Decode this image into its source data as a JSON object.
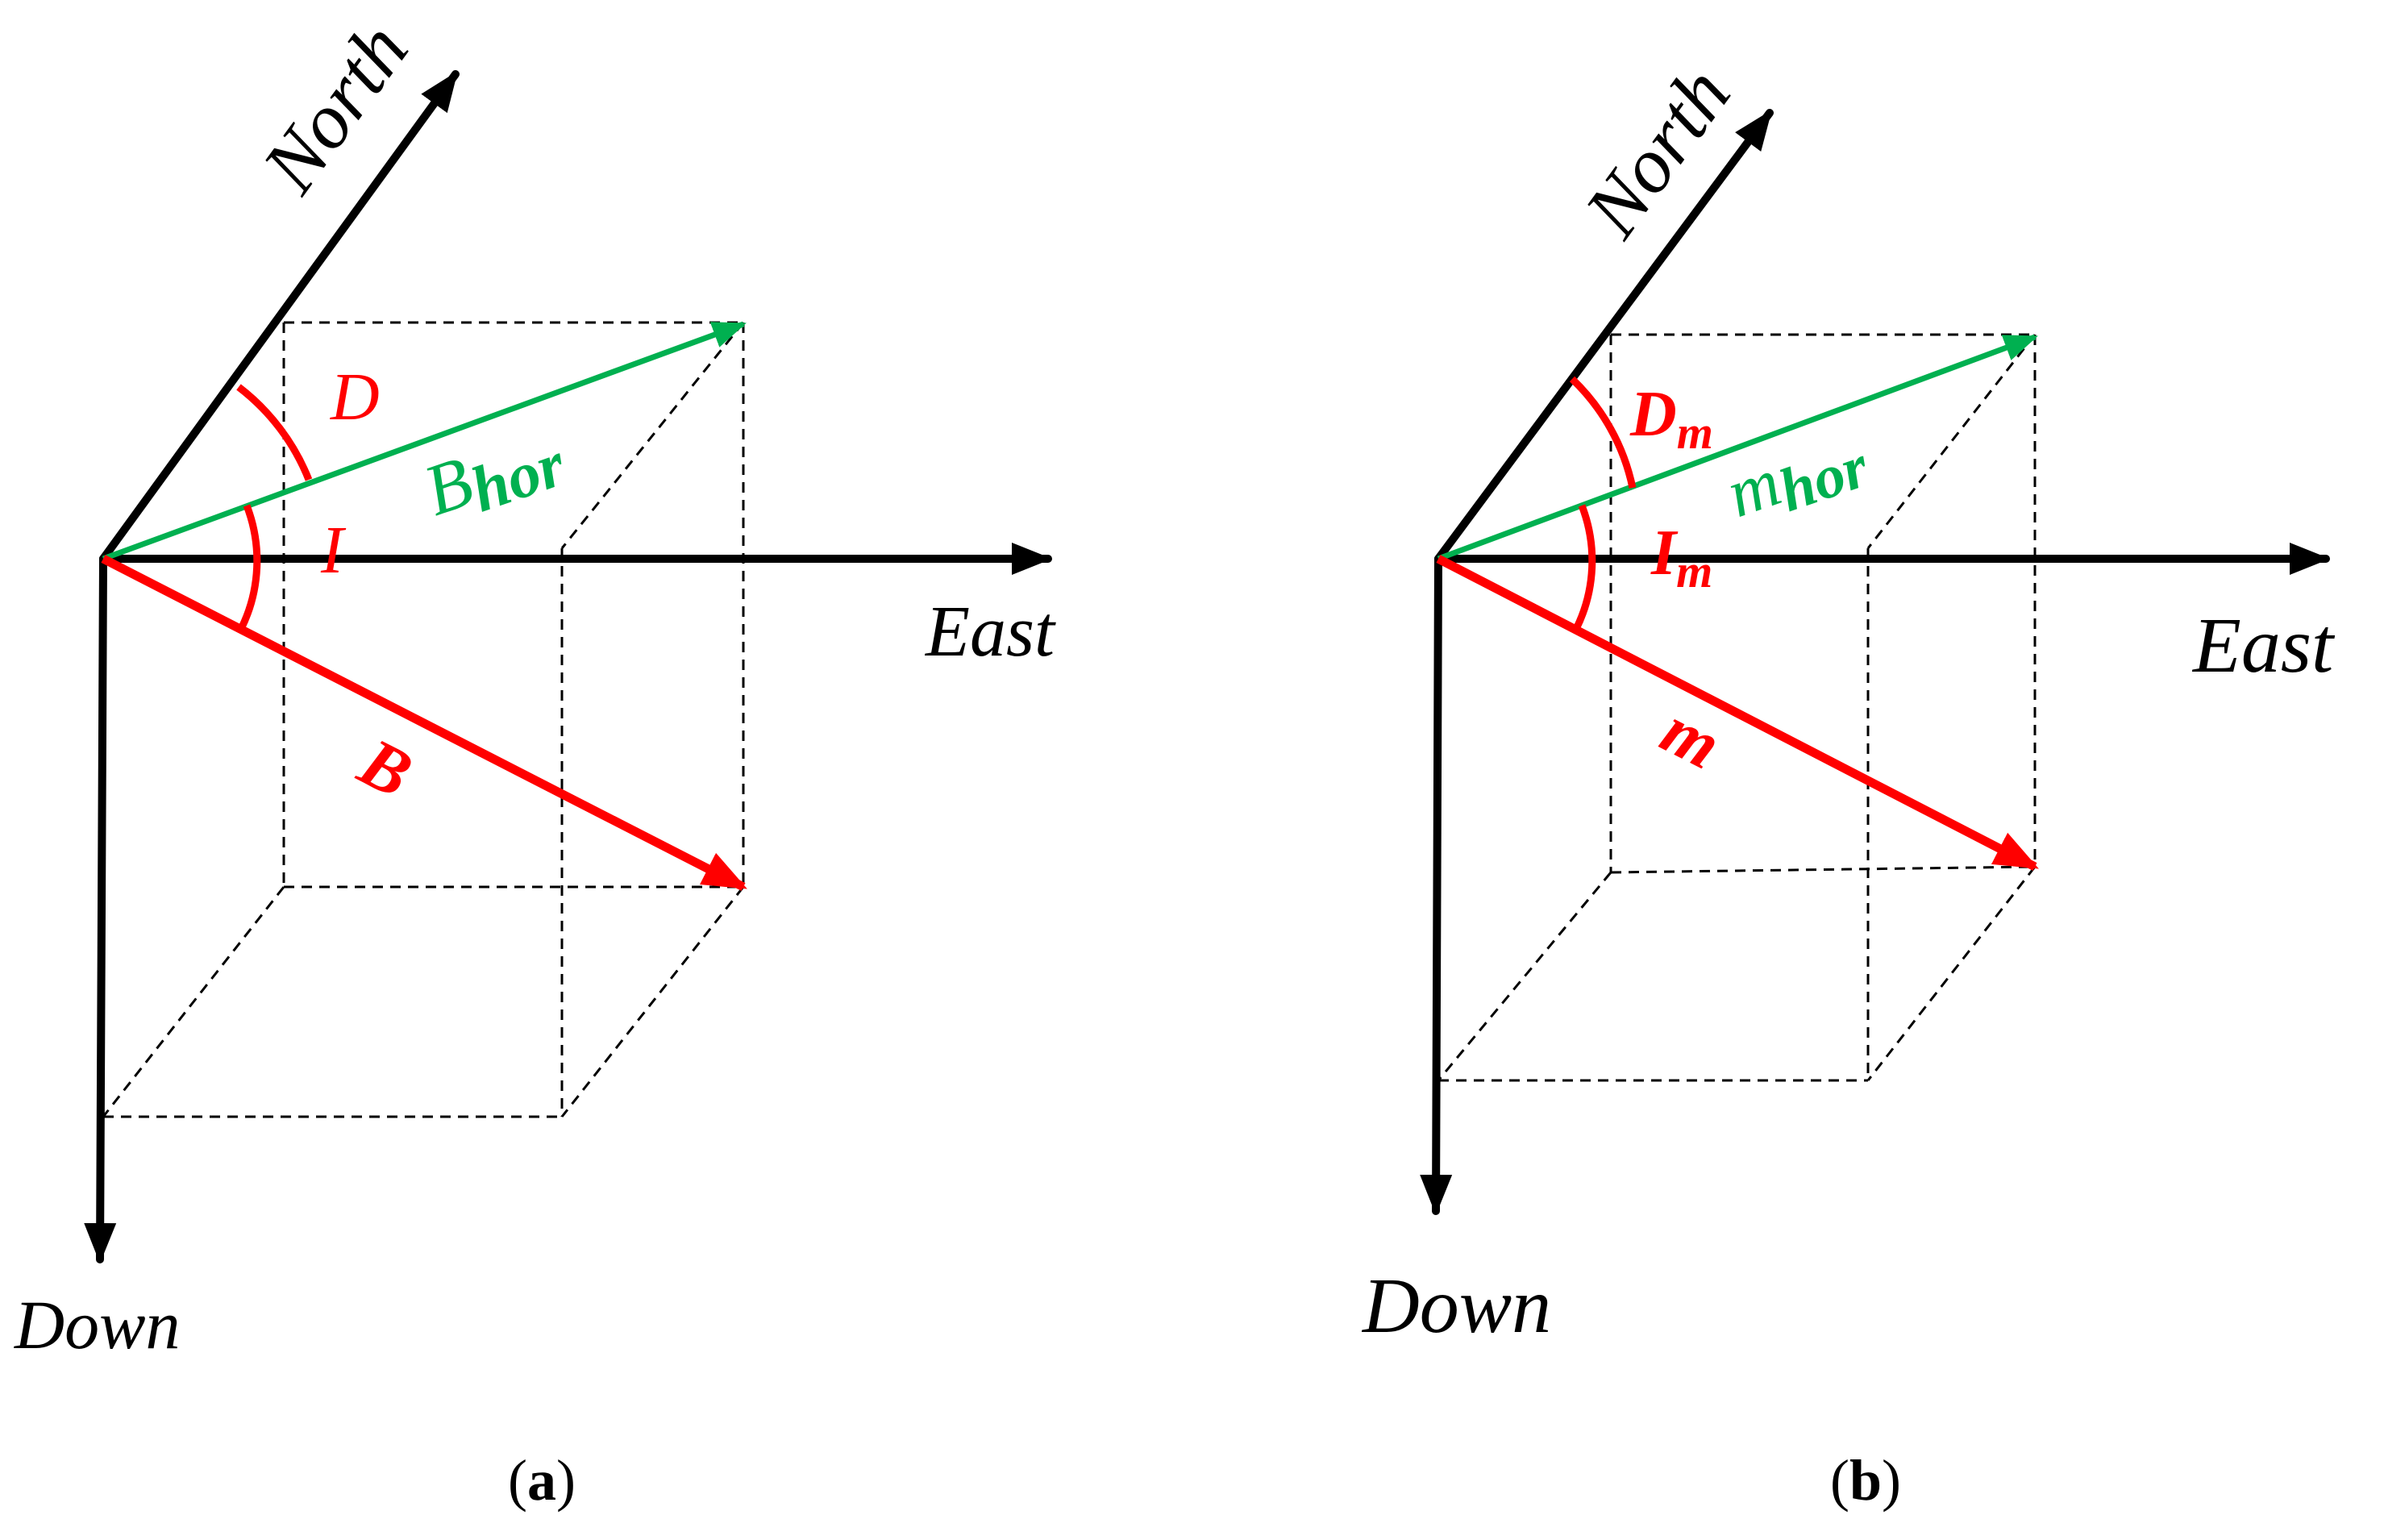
{
  "colors": {
    "axis": "#000000",
    "field_vector": "#ff0000",
    "horizontal_vector": "#00b050",
    "box": "#000000",
    "background": "#ffffff"
  },
  "panel_a": {
    "north": "North",
    "east": "East",
    "down": "Down",
    "angle_declination": "D",
    "angle_inclination": "I",
    "vector_total": "B",
    "vector_horizontal_base": "B",
    "vector_horizontal_sub": "hor",
    "caption_open": "(",
    "caption_letter": "a",
    "caption_close": ")"
  },
  "panel_b": {
    "north": "North",
    "east": "East",
    "down": "Down",
    "angle_declination_base": "D",
    "angle_declination_sub": "m",
    "angle_inclination_base": "I",
    "angle_inclination_sub": "m",
    "vector_total": "m",
    "vector_horizontal_base": "m",
    "vector_horizontal_sub": "hor",
    "caption_open": "(",
    "caption_letter": "b",
    "caption_close": ")"
  }
}
